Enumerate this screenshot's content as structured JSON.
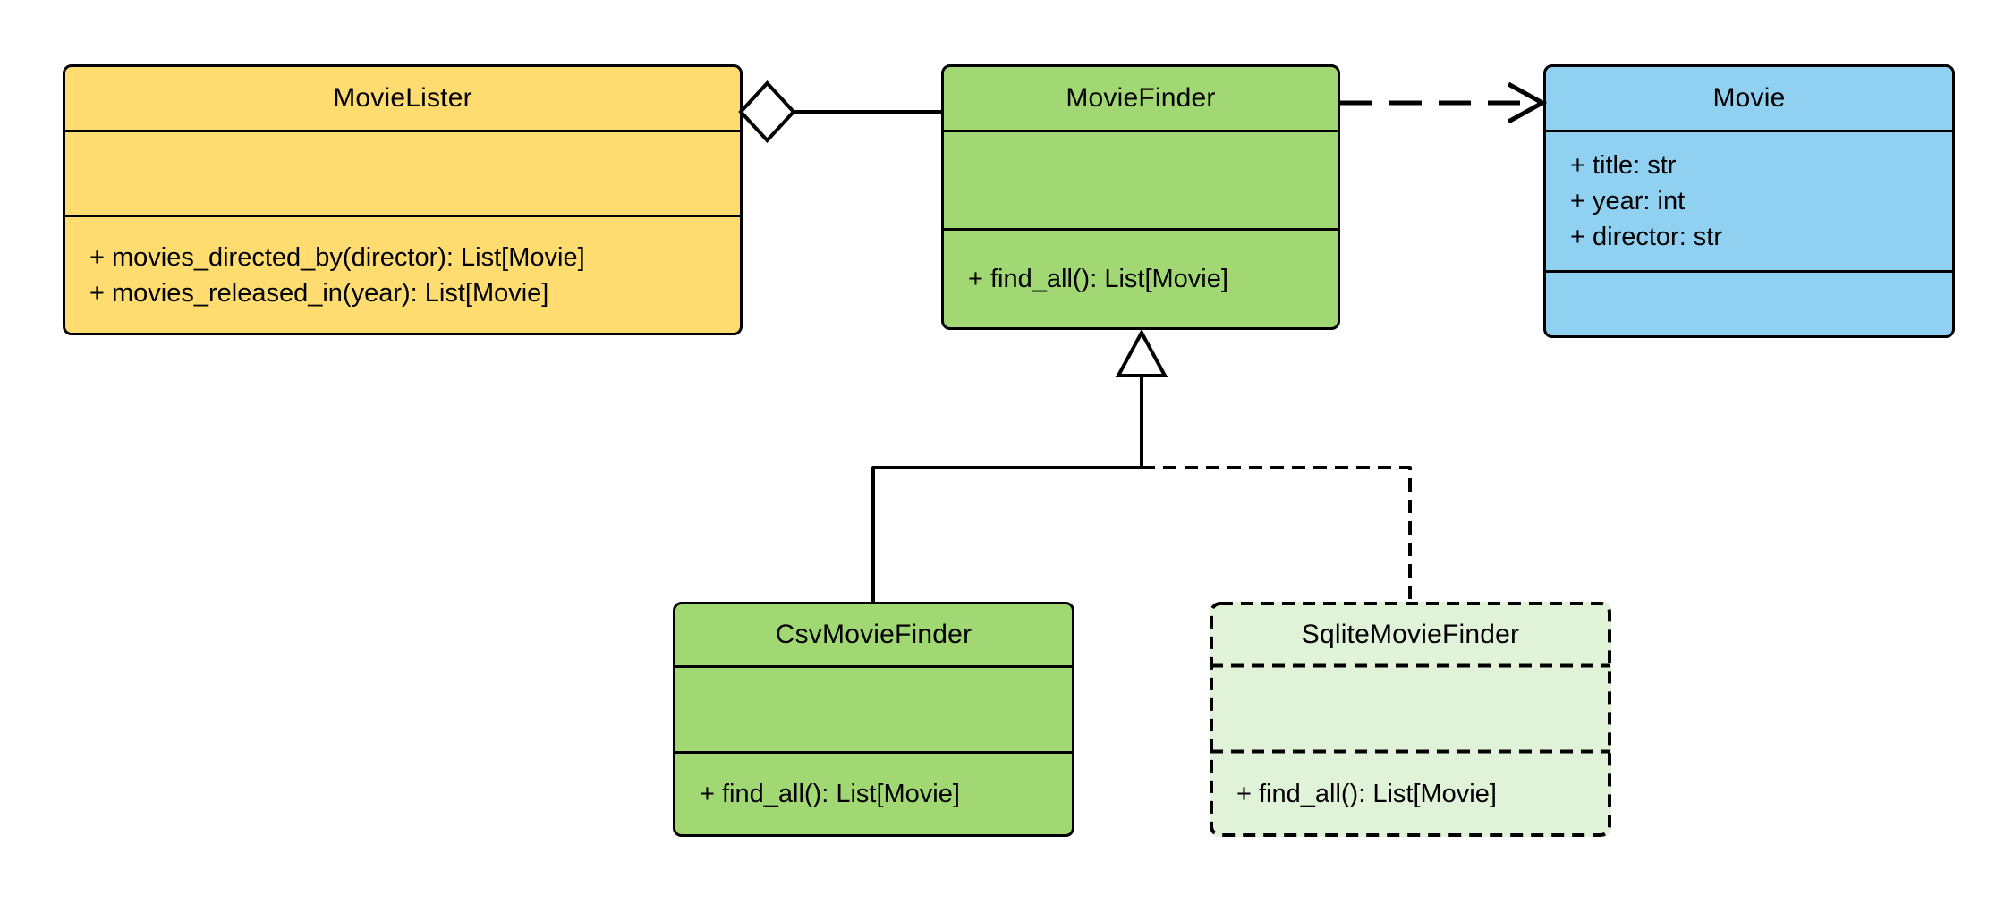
{
  "diagram": {
    "kind": "uml-class-diagram",
    "background_color": "#FFFFFF",
    "stroke_color": "#000000",
    "classes": [
      {
        "name": "MovieLister",
        "fill": "#FFDC70",
        "border": "solid",
        "attributes": [],
        "methods": [
          "+ movies_directed_by(director): List[Movie]",
          "+ movies_released_in(year): List[Movie]"
        ]
      },
      {
        "name": "MovieFinder",
        "fill": "#A2D873",
        "border": "solid",
        "attributes": [],
        "methods": [
          "+ find_all(): List[Movie]"
        ]
      },
      {
        "name": "Movie",
        "fill": "#90D0F0",
        "border": "solid",
        "attributes": [
          "+ title: str",
          "+ year: int",
          "+ director: str"
        ],
        "methods": []
      },
      {
        "name": "CsvMovieFinder",
        "fill": "#A2D873",
        "border": "solid",
        "attributes": [],
        "methods": [
          "+ find_all(): List[Movie]"
        ]
      },
      {
        "name": "SqliteMovieFinder",
        "fill": "#E0F2D8",
        "border": "dashed",
        "attributes": [],
        "methods": [
          "+ find_all(): List[Movie]"
        ]
      }
    ],
    "relationships": [
      {
        "type": "aggregation",
        "from": "MovieLister",
        "to": "MovieFinder",
        "line": "solid",
        "marker": "hollow-diamond-at-movielister"
      },
      {
        "type": "dependency",
        "from": "MovieFinder",
        "to": "Movie",
        "line": "dashed",
        "marker": "open-arrow-at-movie"
      },
      {
        "type": "inheritance",
        "from": "CsvMovieFinder",
        "to": "MovieFinder",
        "line": "solid",
        "marker": "hollow-triangle-at-moviefinder"
      },
      {
        "type": "inheritance",
        "from": "SqliteMovieFinder",
        "to": "MovieFinder",
        "line": "dashed",
        "marker": "hollow-triangle-at-moviefinder"
      }
    ]
  }
}
